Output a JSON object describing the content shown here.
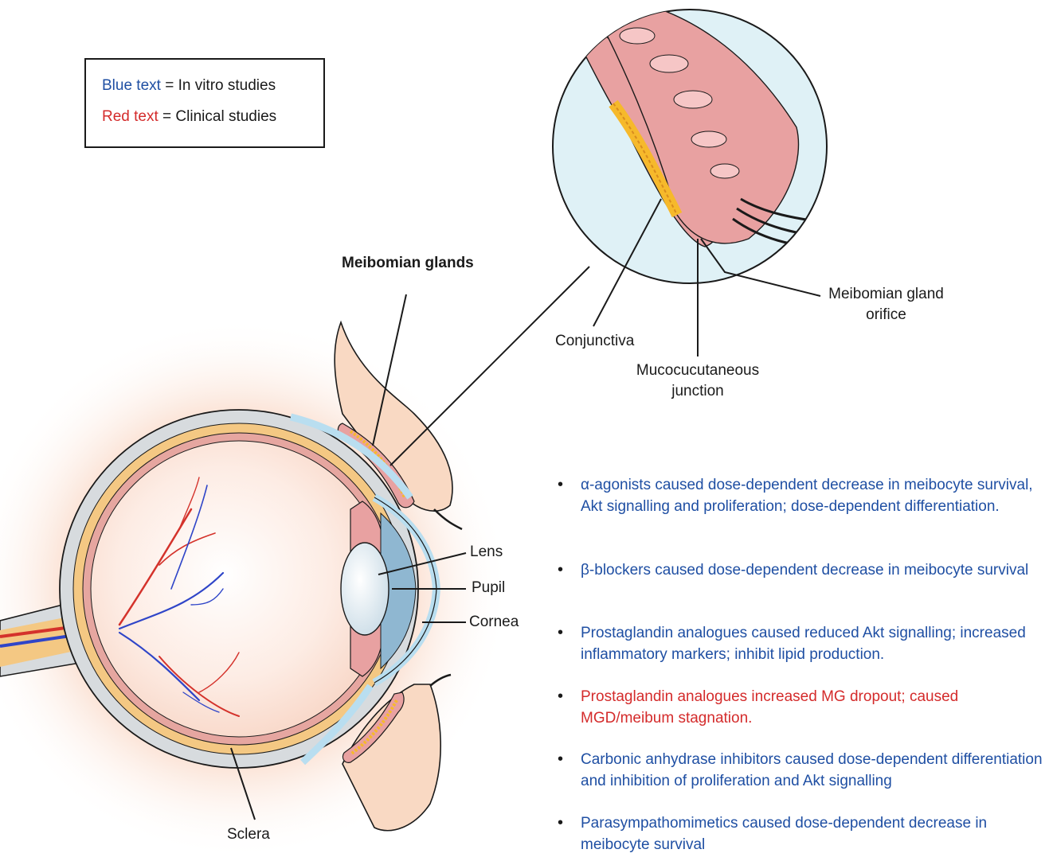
{
  "legend": {
    "blue_key": "Blue text",
    "blue_rest": " = In vitro studies",
    "red_key": "Red text",
    "red_rest": " = Clinical studies"
  },
  "labels": {
    "meibomian_glands": "Meibomian glands",
    "meibomian_orifice_line1": "Meibomian gland",
    "meibomian_orifice_line2": "orifice",
    "conjunctiva": "Conjunctiva",
    "mucocutaneous_line1": "Mucocucutaneous",
    "mucocutaneous_line2": "junction",
    "lens": "Lens",
    "pupil": "Pupil",
    "cornea": "Cornea",
    "sclera": "Sclera"
  },
  "findings": [
    {
      "bullet": "•",
      "color": "#1f4fa3",
      "text": "α-agonists caused dose-dependent decrease in meibocyte survival, Akt signalling and proliferation; dose-dependent differentiation."
    },
    {
      "bullet": "•",
      "color": "#1f4fa3",
      "text": "β-blockers caused dose-dependent decrease in meibocyte survival"
    },
    {
      "bullet": "•",
      "color": "#1f4fa3",
      "text": "Prostaglandin analogues caused reduced Akt signalling; increased inflammatory markers; inhibit lipid production."
    },
    {
      "bullet": "•",
      "color": "#d42b2b",
      "text": "Prostaglandin analogues increased MG dropout; caused MGD/meibum stagnation."
    },
    {
      "bullet": "•",
      "color": "#1f4fa3",
      "text": "Carbonic anhydrase inhibitors caused dose-dependent differentiation and inhibition of proliferation and Akt signalling"
    },
    {
      "bullet": "•",
      "color": "#1f4fa3",
      "text": "Parasympathomimetics caused dose-dependent decrease in meibocyte survival"
    }
  ],
  "colors": {
    "blue_text": "#1f4fa3",
    "red_text": "#d42b2b",
    "magnifier_bg": "#dff1f6",
    "eyelid_skin": "#f9d9c3",
    "gland_pink": "#e8a1a1",
    "gland_yellow": "#f6b92b",
    "cornea_blue": "#b9def0",
    "vessel_red": "#d4322b",
    "vessel_blue": "#2f45c8"
  }
}
